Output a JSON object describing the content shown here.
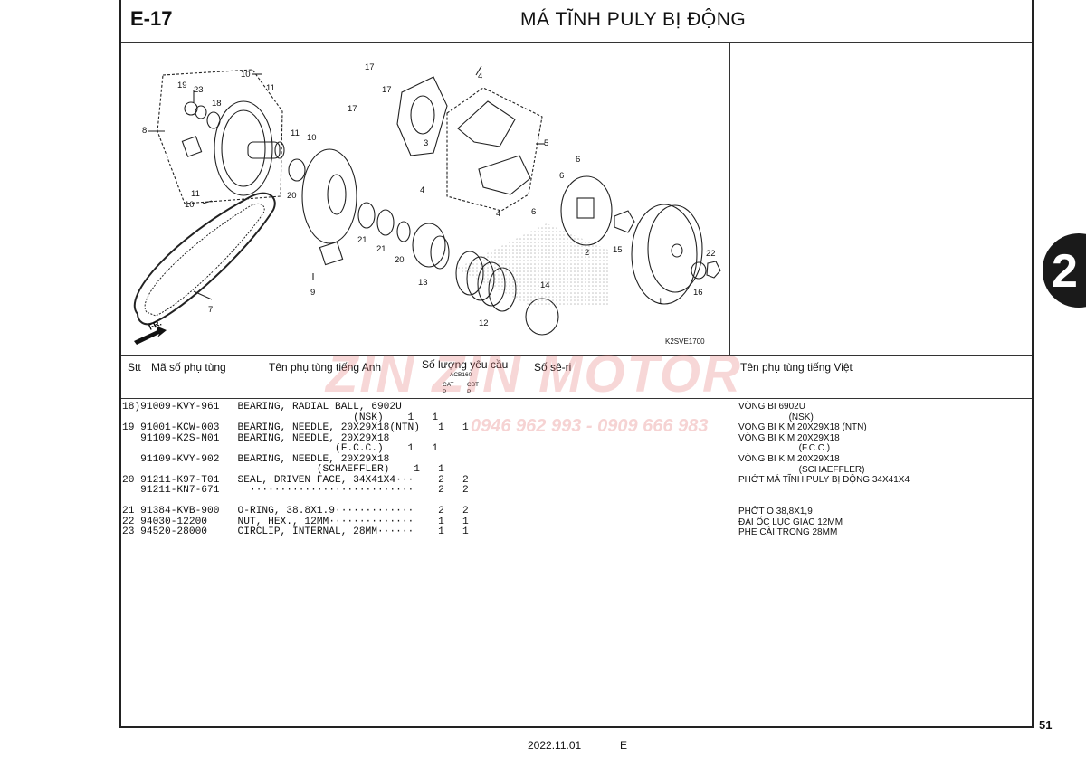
{
  "header": {
    "code": "E-17",
    "title": "MÁ TĨNH PULY BỊ ĐỘNG"
  },
  "diagram": {
    "ref_code": "K2SVE1700",
    "fr_label": "FR.",
    "callouts": [
      {
        "n": "10"
      },
      {
        "n": "11"
      },
      {
        "n": "19"
      },
      {
        "n": "23"
      },
      {
        "n": "18"
      },
      {
        "n": "8"
      },
      {
        "n": "17"
      },
      {
        "n": "17"
      },
      {
        "n": "17"
      },
      {
        "n": "4"
      },
      {
        "n": "3"
      },
      {
        "n": "5"
      },
      {
        "n": "11"
      },
      {
        "n": "10"
      },
      {
        "n": "20"
      },
      {
        "n": "11"
      },
      {
        "n": "10"
      },
      {
        "n": "6"
      },
      {
        "n": "6"
      },
      {
        "n": "6"
      },
      {
        "n": "4"
      },
      {
        "n": "4"
      },
      {
        "n": "21"
      },
      {
        "n": "21"
      },
      {
        "n": "20"
      },
      {
        "n": "2"
      },
      {
        "n": "15"
      },
      {
        "n": "22"
      },
      {
        "n": "13"
      },
      {
        "n": "9"
      },
      {
        "n": "14"
      },
      {
        "n": "12"
      },
      {
        "n": "16"
      },
      {
        "n": "1"
      },
      {
        "n": "7"
      }
    ]
  },
  "table": {
    "headers": {
      "stt": "Stt",
      "part_no": "Mã số phụ tùng",
      "name_en": "Tên phụ tùng tiếng Anh",
      "qty": "Số lượng yêu cầu",
      "qty_model": "ACB160",
      "qty_cols": [
        "CAT\nP",
        "CBT\nP"
      ],
      "serial": "Số sê-ri",
      "name_vn": "Tên phụ tùng tiếng Việt"
    },
    "rows_text": "18)91009-KVY-961   BEARING, RADIAL BALL, 6902U\n                                      (NSK)    1   1\n19 91001-KCW-003   BEARING, NEEDLE, 20X29X18(NTN)   1   1\n   91109-K2S-N01   BEARING, NEEDLE, 20X29X18\n                                   (F.C.C.)    1   1\n   91109-KVY-902   BEARING, NEEDLE, 20X29X18\n                                (SCHAEFFLER)    1   1\n20 91211-K97-T01   SEAL, DRIVEN FACE, 34X41X4···    2   2\n   91211-KN7-671     ···························    2   2\n\n21 91384-KVB-900   O-RING, 38.8X1.9·············    2   2\n22 94030-12200     NUT, HEX., 12MM··············    1   1\n23 94520-28000     CIRCLIP, INTERNAL, 28MM······    1   1",
    "vn_lines": [
      "VÒNG BI 6902U",
      "                    (NSK)",
      "VÒNG BI KIM 20X29X18 (NTN)",
      "VÒNG BI KIM 20X29X18",
      "                        (F.C.C.)",
      "VÒNG BI KIM 20X29X18",
      "                        (SCHAEFFLER)",
      "PHỚT MÁ TĨNH PULY BỊ ĐỘNG 34X41X4",
      "",
      "",
      "PHỚT O 38,8X1,9",
      "ĐAI ỐC LỤC GIÁC 12MM",
      "PHE CÀI TRONG 28MM"
    ]
  },
  "side_tab": "2",
  "page_number": "51",
  "footer": {
    "date": "2022.11.01",
    "edition": "E"
  },
  "watermark": {
    "brand": "ZIN ZIN MOTOR",
    "phone": "0946 962 993 - 0909 666 983"
  }
}
